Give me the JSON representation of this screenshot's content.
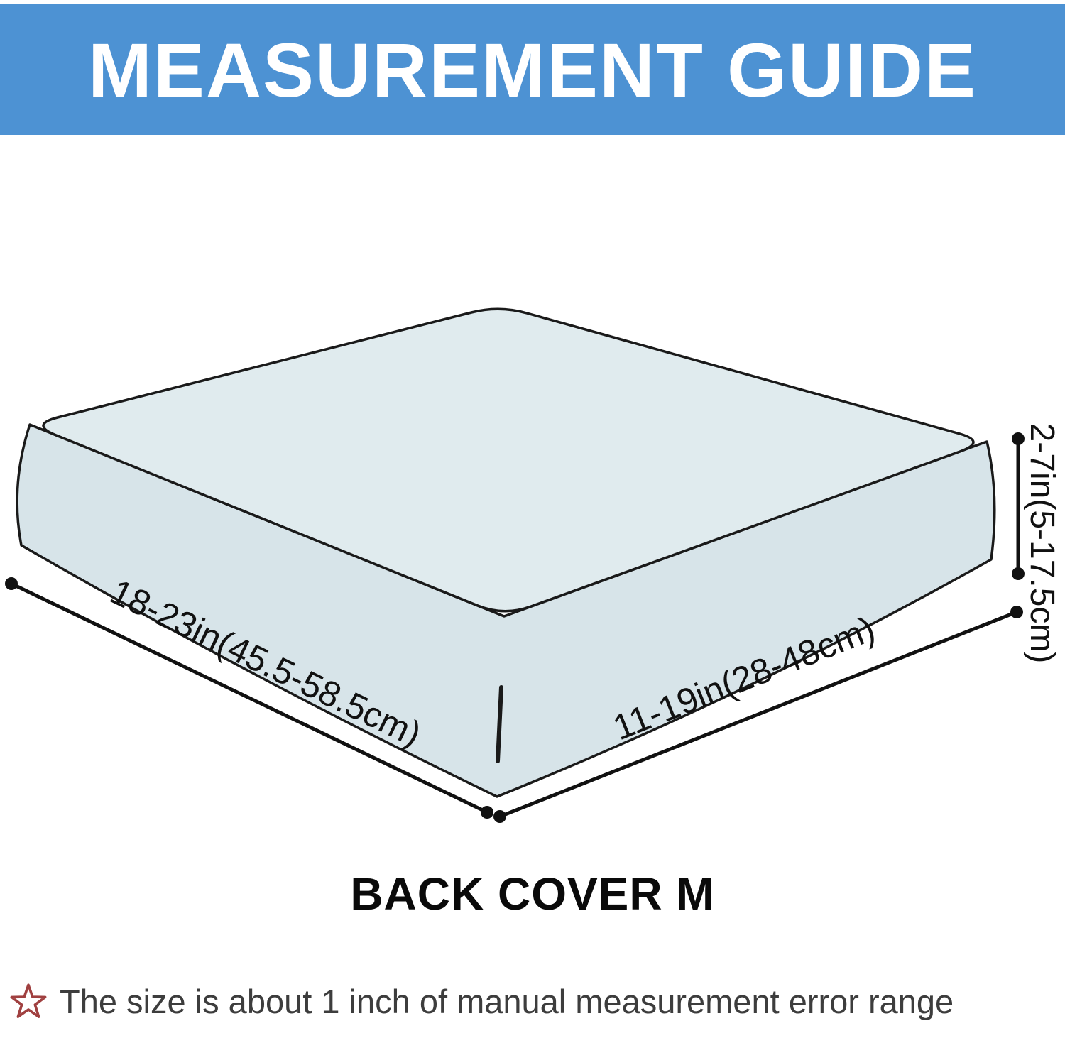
{
  "banner": {
    "title": "MEASUREMENT GUIDE",
    "bg_color": "#4d92d3"
  },
  "diagram": {
    "product_name": "BACK COVER M",
    "dimensions": {
      "width_label": "18-23in(45.5-58.5cm)",
      "depth_label": "11-19in(28-48cm)",
      "height_label": "2-7in(5-17.5cm)"
    },
    "top_fill": "#e0ebee",
    "side_fill": "#d7e4e9",
    "outline_color": "#1a1a1a"
  },
  "footnote": {
    "icon": "star-icon",
    "star_color": "#a04040",
    "text": "The size is about 1 inch of manual measurement error range"
  }
}
